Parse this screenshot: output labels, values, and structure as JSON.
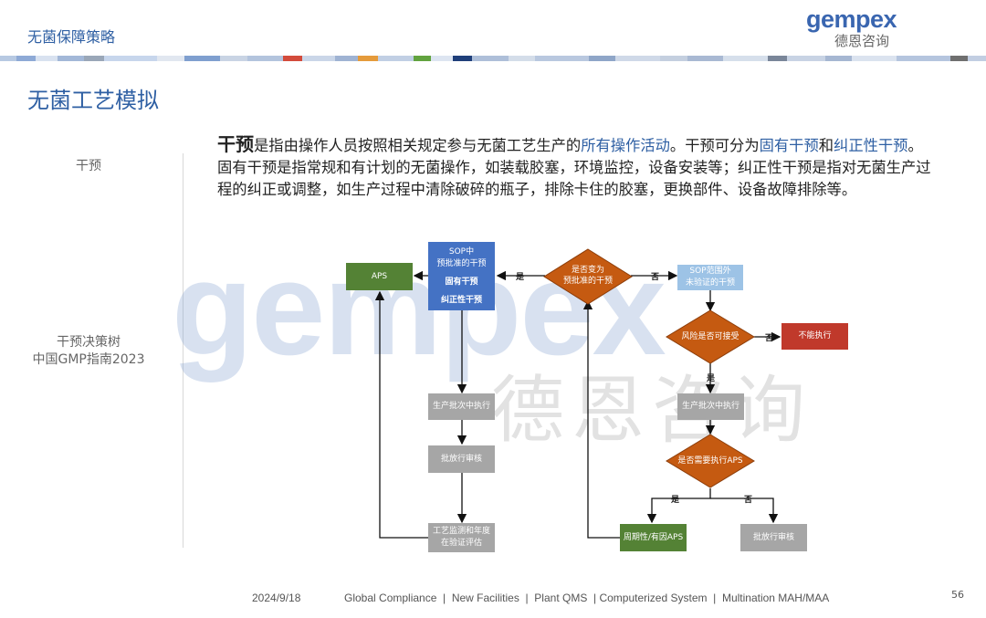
{
  "header": {
    "section_title": "无菌保障策略",
    "logo_text": "gempex",
    "logo_subtitle": "德恩咨询"
  },
  "page": {
    "title": "无菌工艺模拟"
  },
  "sidebar": {
    "label_1": "干预",
    "label_2a": "干预决策树",
    "label_2b": "中国GMP指南2023"
  },
  "body": {
    "term": "干预",
    "seg1": "是指由操作人员按照相关规定参与无菌工艺生产的",
    "hl1": "所有操作活动",
    "seg2": "。干预可分为",
    "hl2": "固有干预",
    "seg3": "和",
    "hl3": "纠正性干预",
    "seg4": "。固有干预是指常规和有计划的无菌操作，如装载胶塞，环境监控，设备安装等；纠正性干预是指对无菌生产过程的纠正或调整，如生产过程中清除破碎的瓶子，排除卡住的胶塞，更换部件、设备故障排除等。"
  },
  "watermark": {
    "logo": "gempex",
    "cn": "德恩咨询"
  },
  "flow": {
    "aps": "APS",
    "sop_line1": "SOP中",
    "sop_line2": "预批准的干预",
    "inherent": "固有干预",
    "corrective": "纠正性干预",
    "decision_changed_1": "是否变为",
    "decision_changed_2": "预批准的干预",
    "yes": "是",
    "no": "否",
    "outside_sop_1": "SOP范围外",
    "outside_sop_2": "未验证的干预",
    "risk_acceptable": "风险是否可接受",
    "cannot_execute": "不能执行",
    "exec_left": "生产批次中执行",
    "release_left": "批放行审核",
    "monitoring_1": "工艺监测和年度",
    "monitoring_2": "在验证评估",
    "exec_right": "生产批次中执行",
    "need_aps": "是否需要执行APS",
    "periodic_aps": "周期性/有因APS",
    "release_right": "批放行审核"
  },
  "footer": {
    "date": "2024/9/18",
    "tagline": "Global Compliance  |  New Facilities  |  Plant QMS  | Computerized System  |  Multination MAH/MAA",
    "page_number": "56"
  },
  "colors": {
    "brand_blue": "#2e5fa3",
    "flow_blue": "#4472c4",
    "light_blue": "#9dc3e6",
    "green": "#548235",
    "orange": "#c55a11",
    "red": "#c0392b",
    "gray": "#a6a6a6"
  }
}
